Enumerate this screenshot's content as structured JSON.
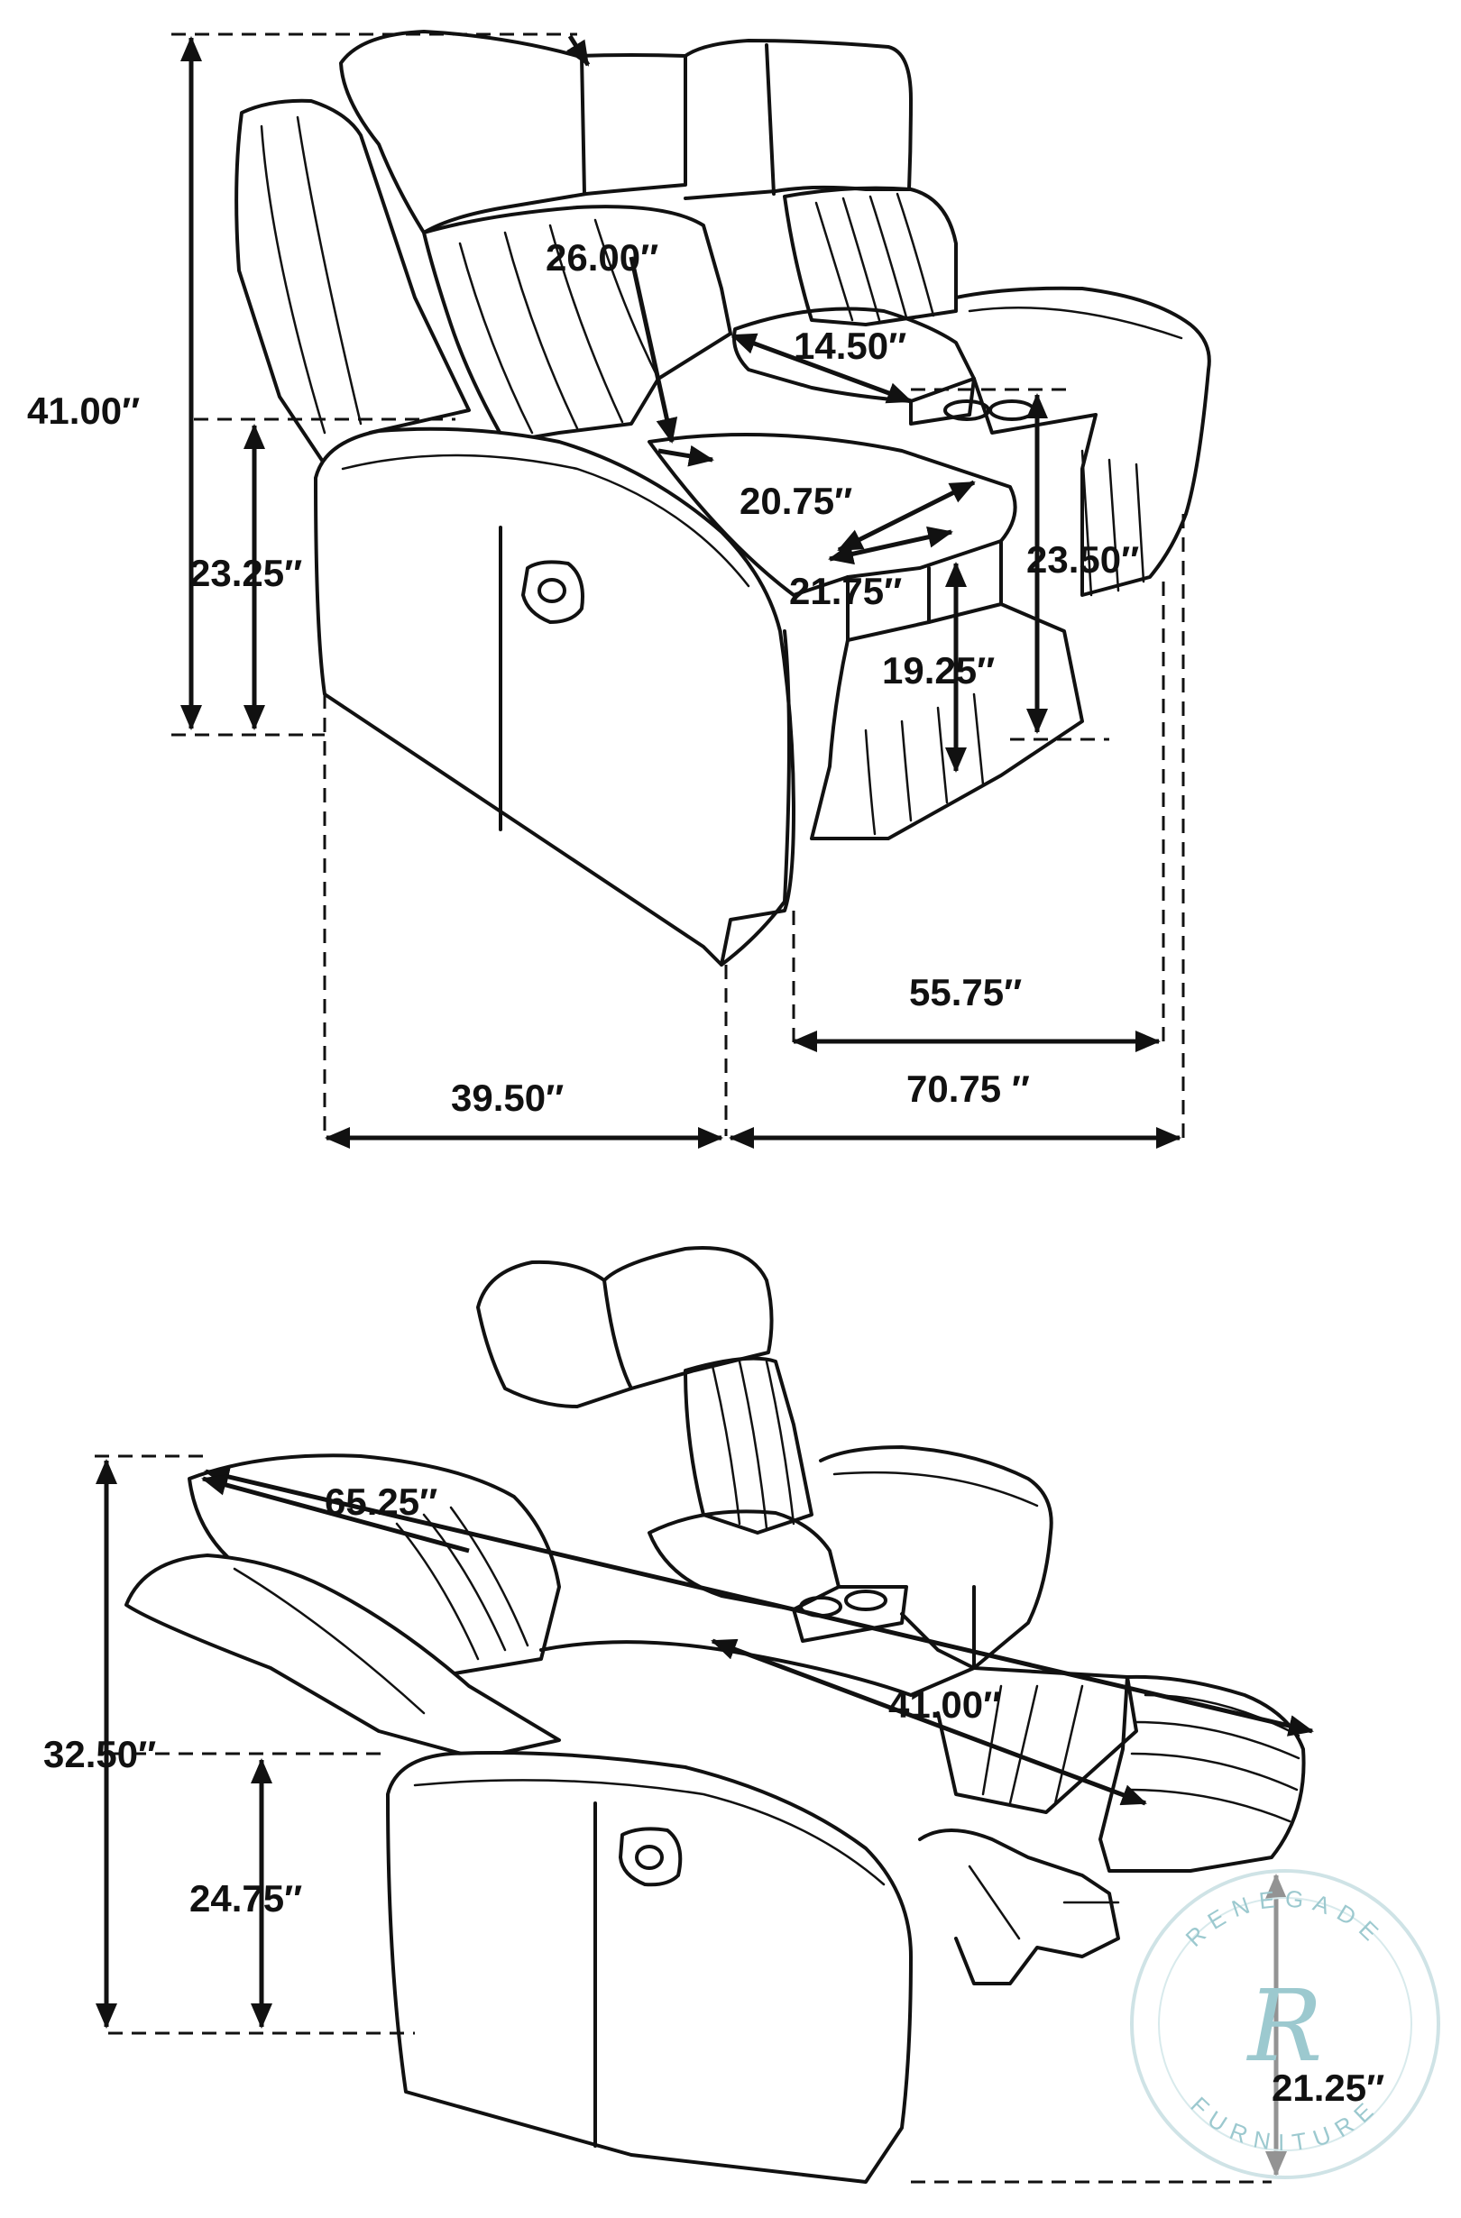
{
  "upright_view": {
    "dimensions": {
      "overall_height": "41.00″",
      "arm_height": "23.25″",
      "seat_width": "26.00″",
      "console_width": "14.50″",
      "seat_depth": "20.75″",
      "seat_depth_inner": "21.75″",
      "console_height": "23.50″",
      "seat_height": "19.25″",
      "inner_width": "55.75″",
      "overall_width": "70.75 ″",
      "overall_depth": "39.50″"
    }
  },
  "reclined_view": {
    "dimensions": {
      "reclined_diagonal": "65.25″",
      "reclined_length": "41.00″",
      "reclined_height": "32.50″",
      "arm_height": "24.75″",
      "footrest_height": "21.25″"
    }
  },
  "watermark": {
    "top_text": "RENEGADE",
    "bottom_text": "FURNITURE",
    "logo": "R"
  },
  "colors": {
    "ink": "#111111",
    "watermark": "#9cc9cf"
  }
}
